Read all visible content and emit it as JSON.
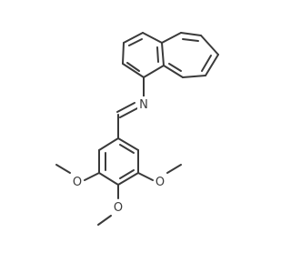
{
  "molecule": {
    "atoms": {
      "nitrogen": {
        "label": "N"
      },
      "oxygen_left": {
        "label": "O"
      },
      "oxygen_middle": {
        "label": "O"
      },
      "oxygen_right": {
        "label": "O"
      }
    },
    "colors": {
      "bond": "#3a3a3a",
      "label": "#3a3a3a",
      "background": "#ffffff"
    }
  }
}
